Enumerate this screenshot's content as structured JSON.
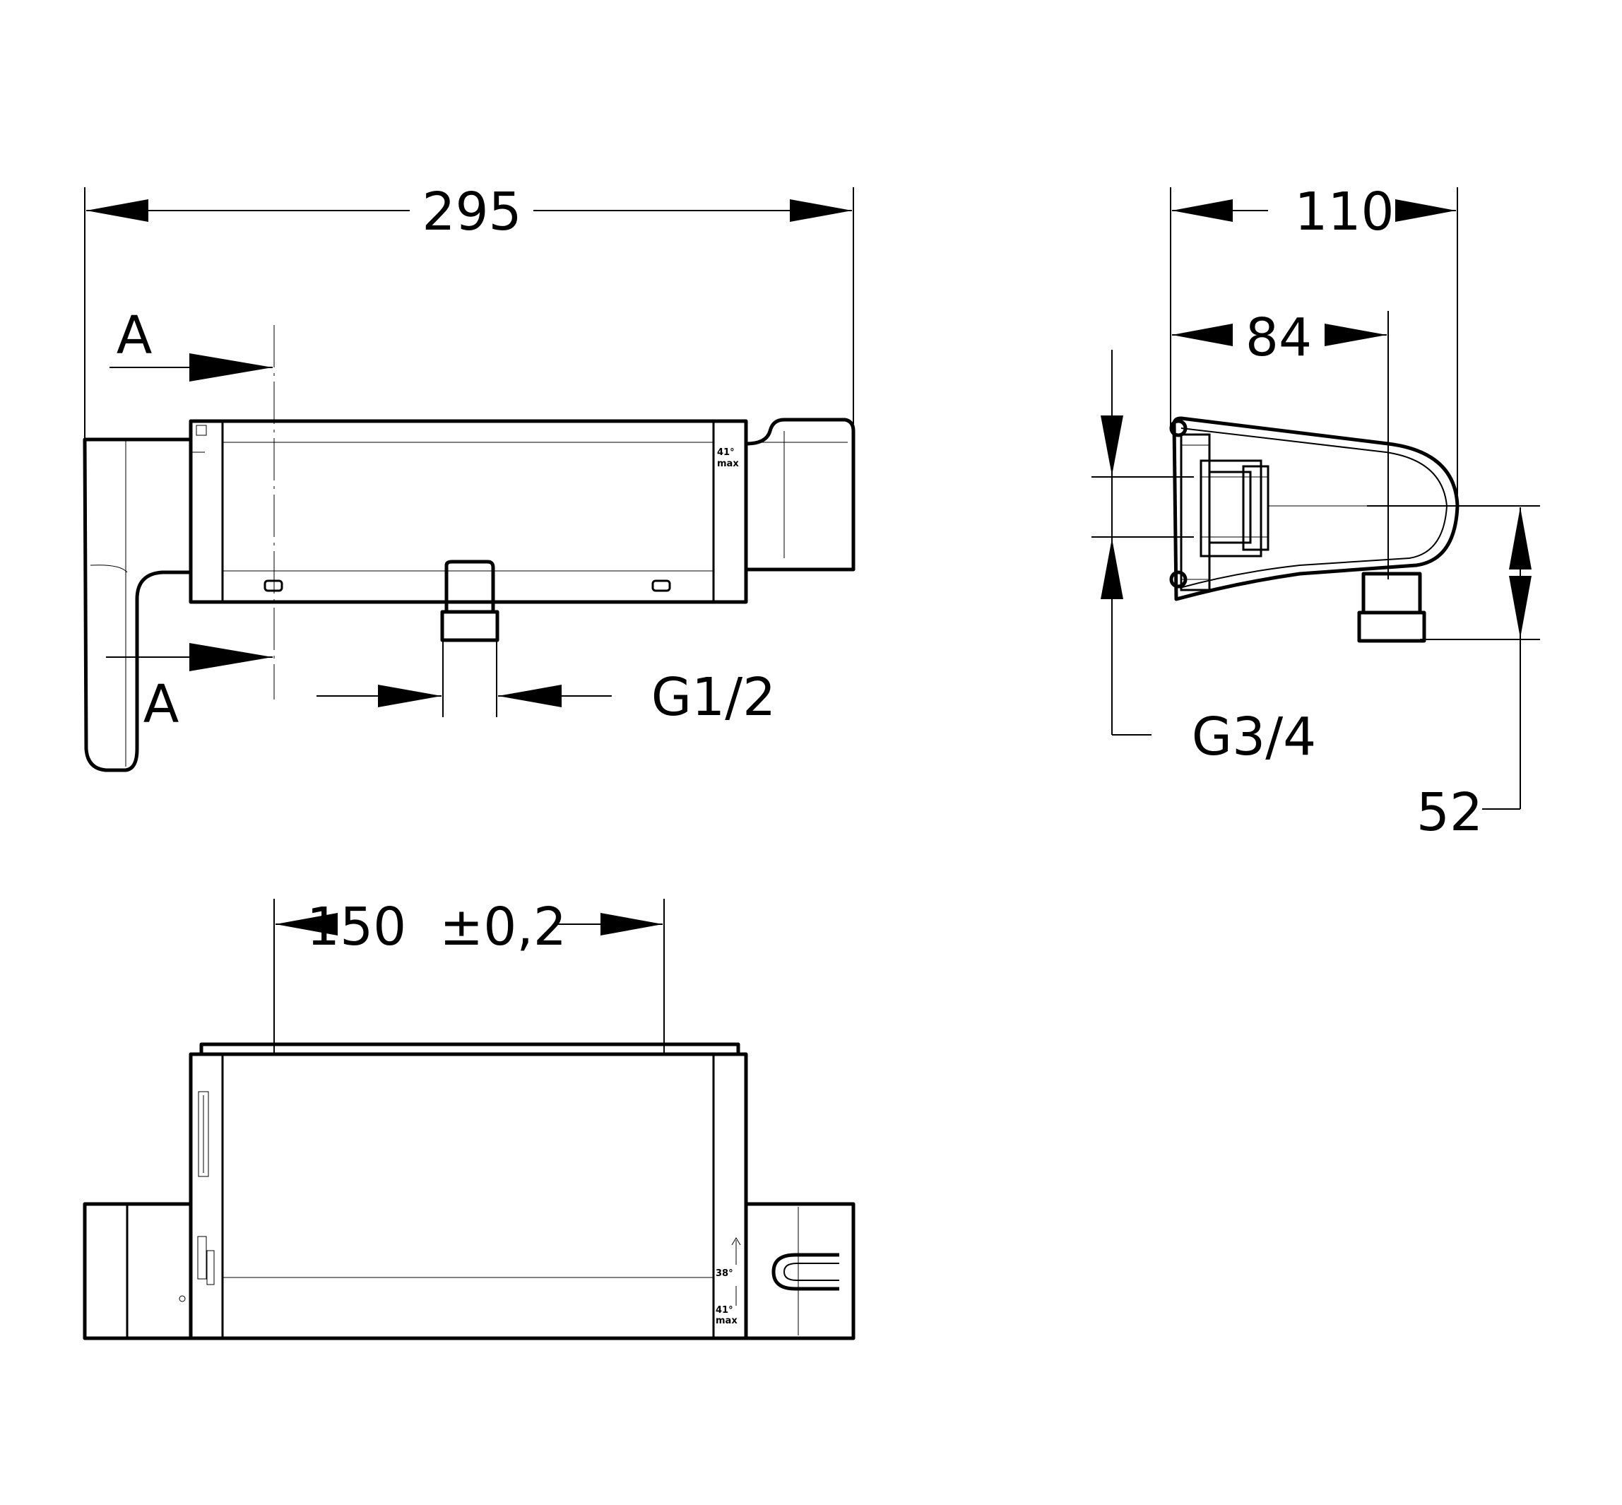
{
  "front_view": {
    "width_label": "295",
    "section_label_top": "A",
    "section_label_bottom": "A",
    "inlet_label": "G1/2",
    "temp_mark": "41°",
    "max_mark": "max"
  },
  "side_view": {
    "depth_outer_label": "110",
    "depth_inner_label": "84",
    "thread_label": "G3/4",
    "outlet_height_label": "52"
  },
  "top_view": {
    "spacing_label": "150  ±0,2",
    "temp_mark_38": "38°",
    "temp_mark": "41°",
    "max_mark": "max"
  }
}
